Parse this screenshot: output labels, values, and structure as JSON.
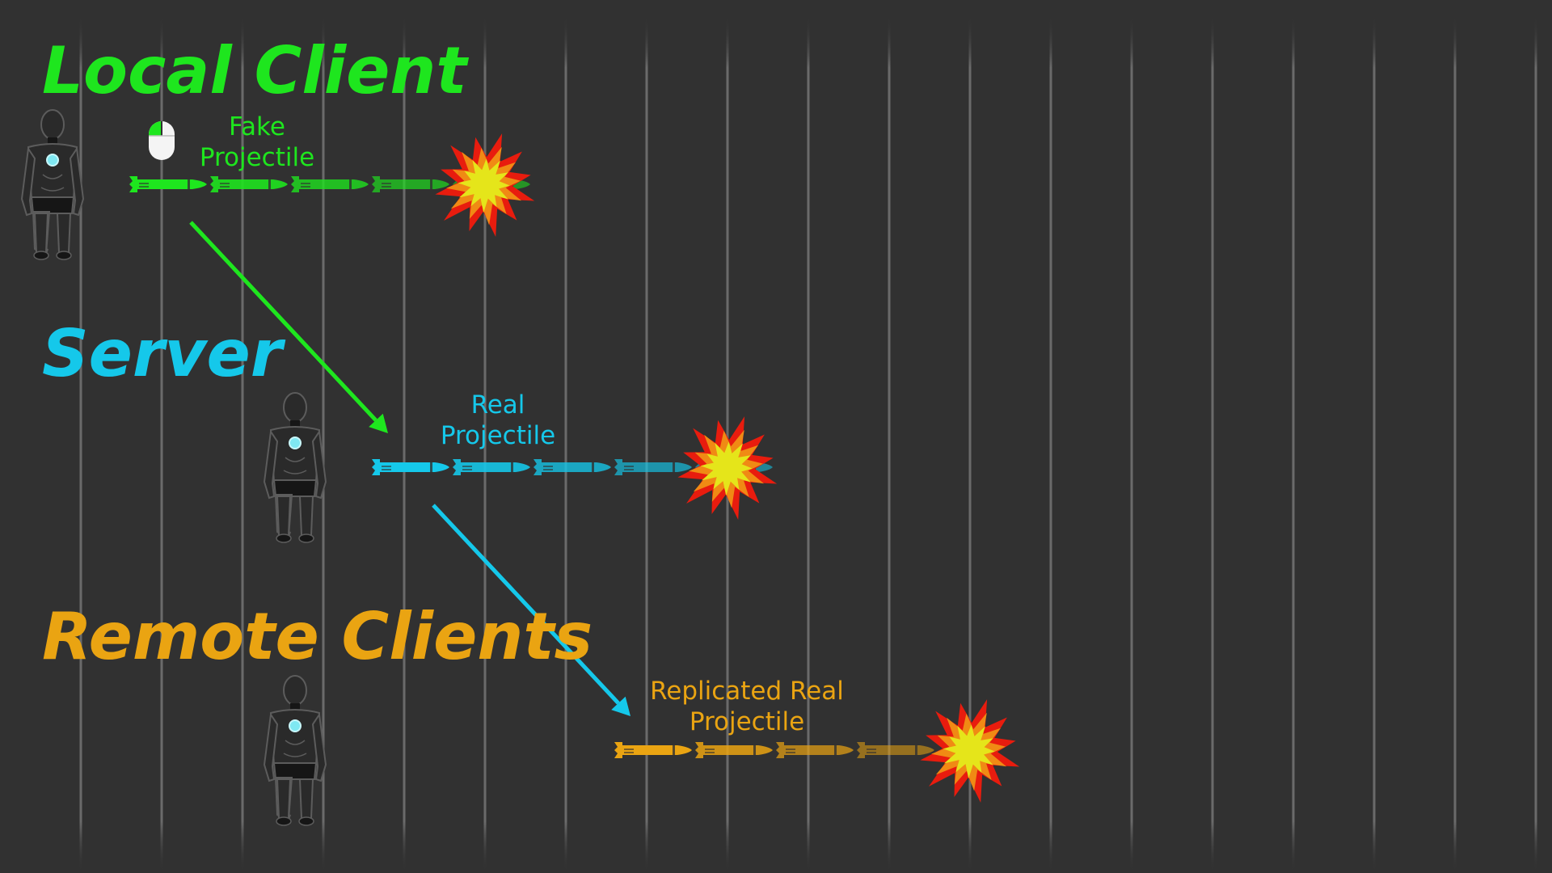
{
  "rows": [
    {
      "id": "local",
      "title": "Local Client",
      "caption": "Fake\nProjectile",
      "color": "#1ee61e",
      "shows_mouse_click": true,
      "projectile_steps": [
        1,
        2,
        3,
        4,
        5
      ],
      "explosion_step": 5
    },
    {
      "id": "server",
      "title": "Server",
      "caption": "Real\nProjectile",
      "color": "#15c8ea",
      "shows_mouse_click": false,
      "projectile_steps": [
        4,
        5,
        6,
        7,
        8
      ],
      "explosion_step": 8
    },
    {
      "id": "remote",
      "title": "Remote Clients",
      "caption": "Replicated Real\nProjectile",
      "color": "#eaa412",
      "shows_mouse_click": false,
      "projectile_steps": [
        7,
        8,
        9,
        10
      ],
      "explosion_step": 11
    }
  ],
  "links": [
    {
      "from": "local",
      "to": "server",
      "color": "#1ee61e"
    },
    {
      "from": "server",
      "to": "remote",
      "color": "#15c8ea"
    }
  ],
  "icons": [
    "character-icon",
    "mouse-icon",
    "projectile-icon",
    "explosion-icon",
    "arrow-icon"
  ],
  "colors": {
    "background": "#313131",
    "timeline": "#5a5a5a",
    "explosion_outer": "#e81c0e",
    "explosion_mid": "#f08a14",
    "explosion_inner": "#e5e51a"
  }
}
